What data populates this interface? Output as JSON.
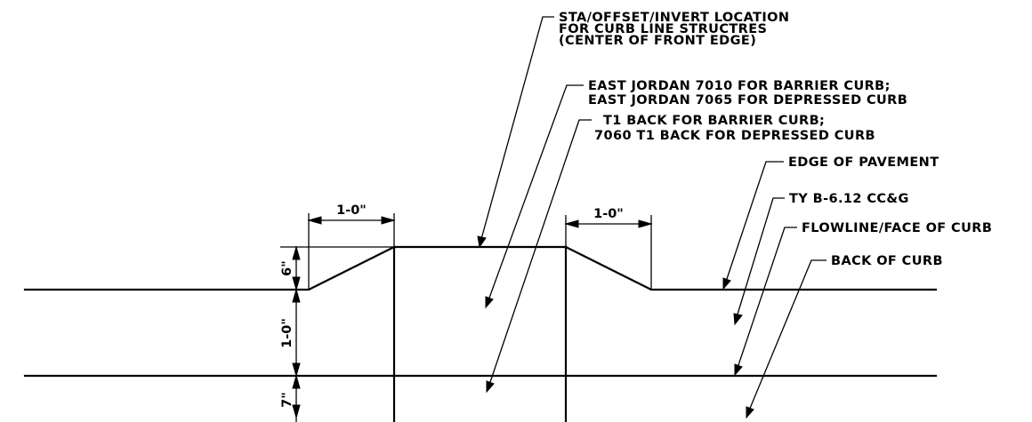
{
  "callouts": {
    "sta_offset": [
      "STA/OFFSET/INVERT LOCATION",
      "FOR CURB LINE STRUCTRES",
      "(CENTER OF FRONT EDGE)"
    ],
    "east_jordan": [
      "EAST JORDAN 7010 FOR BARRIER CURB;",
      "EAST JORDAN 7065 FOR DEPRESSED CURB"
    ],
    "t1_back": [
      "T1 BACK FOR BARRIER CURB;",
      "7060 T1 BACK FOR DEPRESSED CURB"
    ],
    "edge_of_pavement": "EDGE OF PAVEMENT",
    "curb_type": "TY B-6.12 CC&G",
    "flowline": "FLOWLINE/FACE OF CURB",
    "back_of_curb": "BACK OF CURB"
  },
  "dimensions": {
    "left_taper": "1-0\"",
    "right_taper": "1-0\"",
    "depression_height": "6\"",
    "curb_front": "1-0\"",
    "curb_back": "7\""
  },
  "colors": {
    "line": "#000000",
    "background": "#ffffff"
  }
}
